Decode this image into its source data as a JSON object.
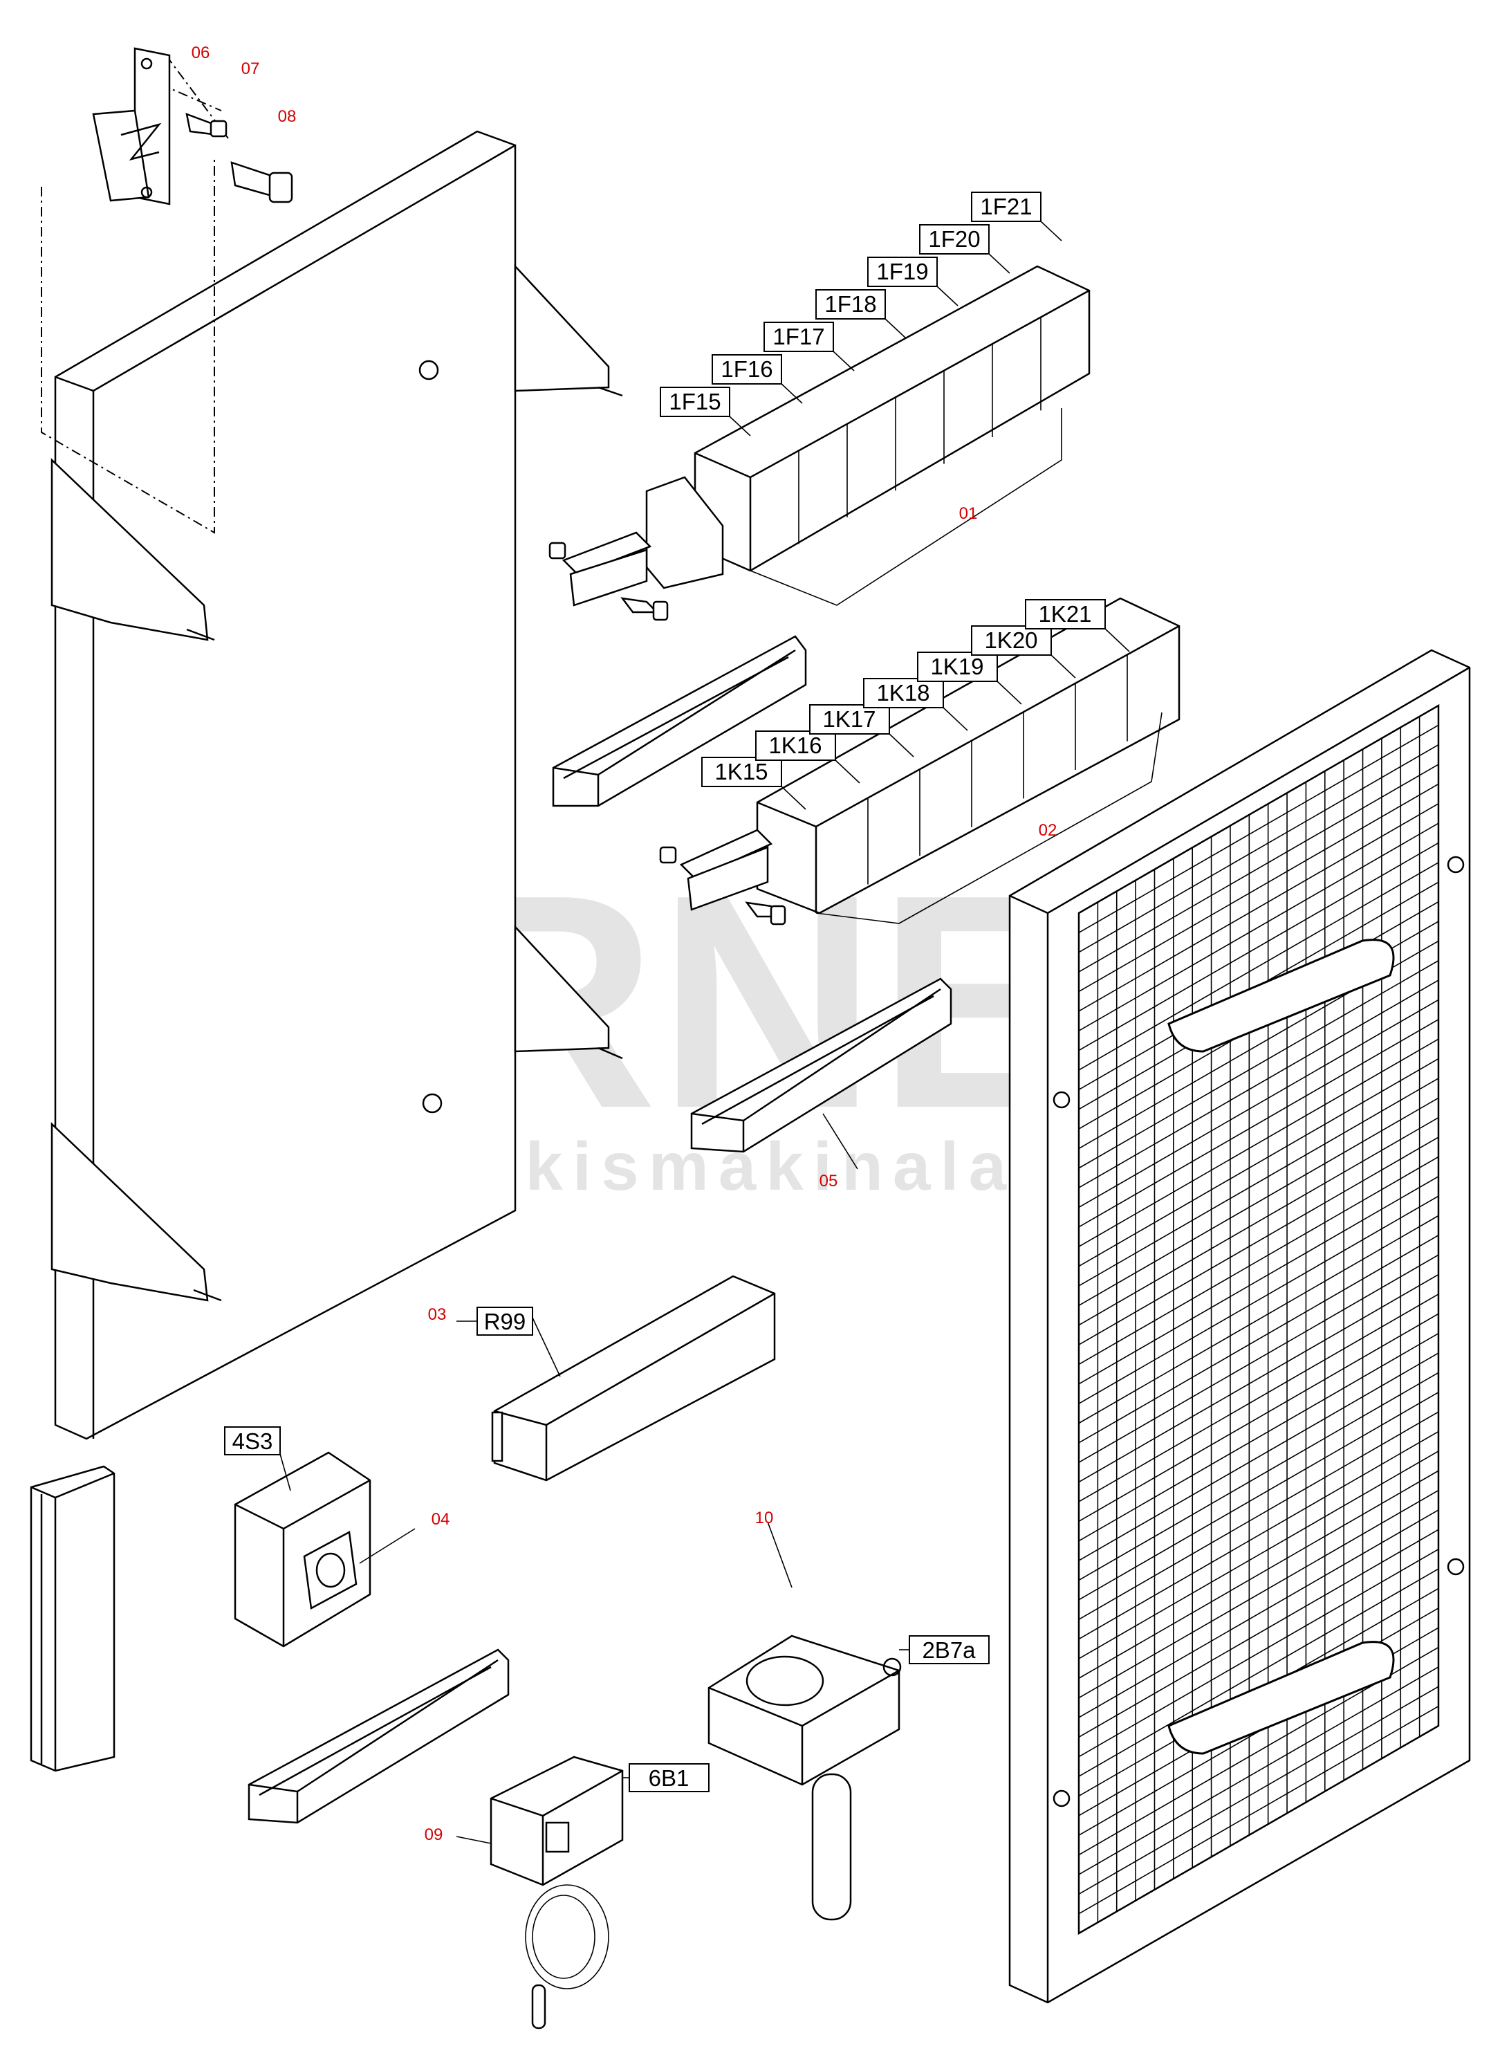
{
  "part_numbers": {
    "p01": "01",
    "p02": "02",
    "p03": "03",
    "p04": "04",
    "p05": "05",
    "p06": "06",
    "p07": "07",
    "p08": "08",
    "p09": "09",
    "p10": "10"
  },
  "breaker_labels": [
    "1F15",
    "1F16",
    "1F17",
    "1F18",
    "1F19",
    "1F20",
    "1F21"
  ],
  "contactor_labels": [
    "1K15",
    "1K16",
    "1K17",
    "1K18",
    "1K19",
    "1K20",
    "1K21"
  ],
  "component_labels": {
    "resistor": "R99",
    "switch": "4S3",
    "thermostat": "2B7a",
    "pressure_switch": "6B1"
  },
  "watermark": {
    "brand": "ÖRNEK",
    "url": "www.ornekismakinalari.com.tr"
  },
  "colors": {
    "part_number": "#d40000",
    "line": "#000000",
    "watermark": "#cfcfcf",
    "watermark_accent": "#f2c200"
  }
}
